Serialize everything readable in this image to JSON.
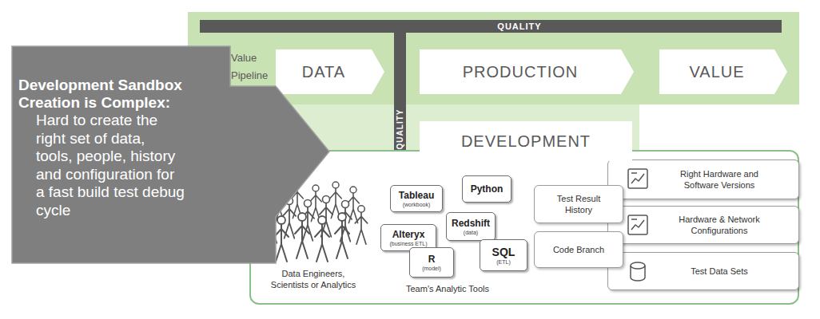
{
  "diagram": {
    "nodes": [
      {
        "text": [
          "QUALITY"
        ]
      },
      {
        "text": [
          "QUALITY"
        ]
      },
      {
        "text": [
          "DATA"
        ]
      },
      {
        "text": [
          "PRODUCTION"
        ]
      },
      {
        "text": [
          "VALUE"
        ]
      },
      {
        "text": [
          "DEVELOPMENT"
        ]
      },
      {
        "text": [
          "Development Sandbox Creation is Complex:",
          "Hard to create the right set of data, tools, people, history and configuration for a fast build test debug cycle"
        ]
      },
      {
        "text": [
          "Data Engineers, Scientists or Analytics",
          "Team's Analytic Tools"
        ]
      },
      {
        "text": [
          "Tableau",
          "(workbook)"
        ],
        "in": 7
      },
      {
        "text": [
          "Python"
        ],
        "in": 7
      },
      {
        "text": [
          "Alteryx",
          "(business ETL)"
        ],
        "in": 7
      },
      {
        "text": [
          "Redshift",
          "(data)"
        ],
        "in": 7
      },
      {
        "text": [
          "SQL",
          "(ETL)"
        ],
        "in": 7
      },
      {
        "text": [
          "R",
          "(model)"
        ],
        "in": 7
      },
      {
        "text": [
          "Test Result History"
        ],
        "in": 7
      },
      {
        "text": [
          "Code Branch"
        ],
        "in": 7
      },
      {
        "text": [
          "Right Hardware and Software Versions"
        ],
        "in": 7
      },
      {
        "text": [
          "Hardware & Network Configurations"
        ],
        "in": 7
      },
      {
        "text": [
          "Test Data Sets"
        ],
        "in": 7
      }
    ],
    "labels": [
      "Value Pipeline"
    ]
  }
}
